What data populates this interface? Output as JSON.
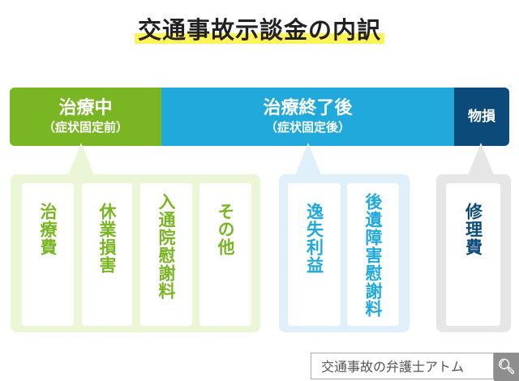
{
  "title": "交通事故示談金の内訳",
  "phases": [
    {
      "main": "治療中",
      "sub": "（症状固定前）",
      "color": "#7ab524"
    },
    {
      "main": "治療終了後",
      "sub": "（症状固定後）",
      "color": "#22a9dc"
    },
    {
      "main": "物損",
      "color": "#0c4a7a"
    }
  ],
  "items": {
    "during": [
      "治療費",
      "休業損害",
      "入通院慰謝料",
      "その他"
    ],
    "after": [
      "逸失利益",
      "後遺障害慰謝料"
    ],
    "property": [
      "修理費"
    ]
  },
  "search": {
    "text": "交通事故の弁護士アトム",
    "icon": "search-icon"
  }
}
